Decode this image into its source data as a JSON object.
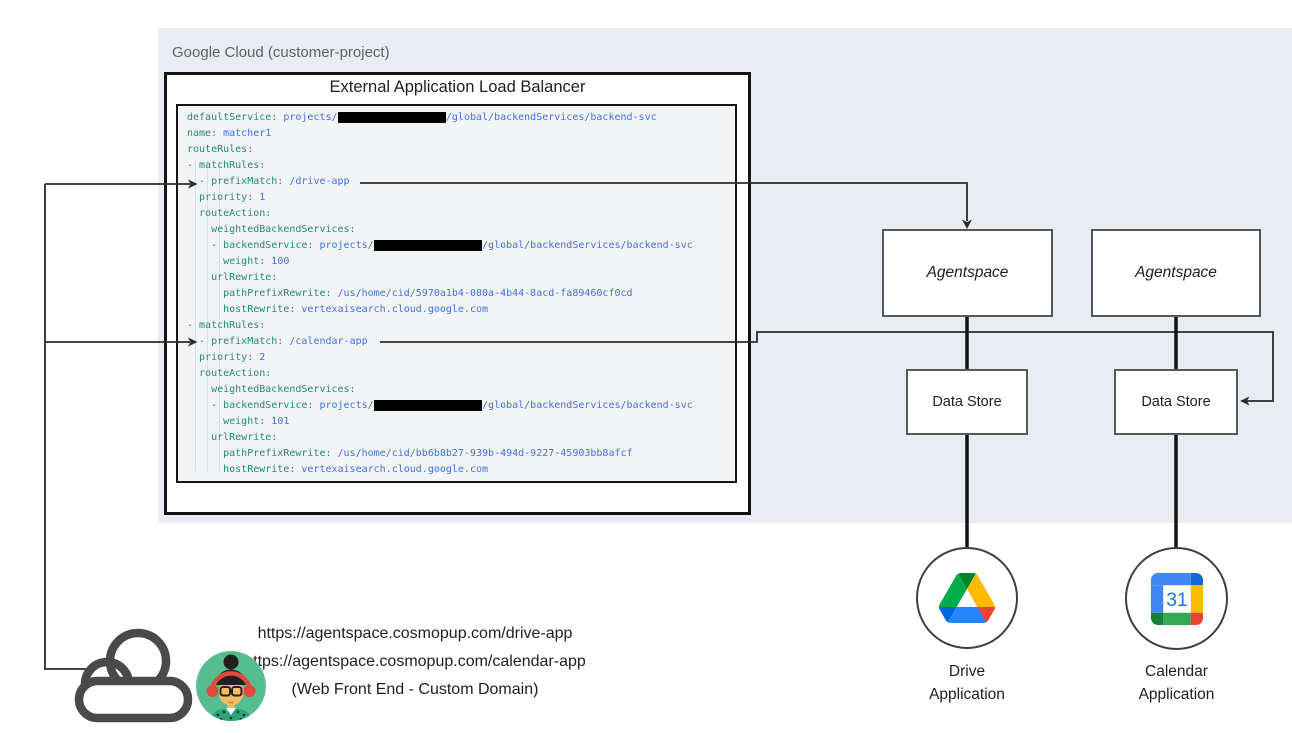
{
  "panel": {
    "title": "Google Cloud (customer-project)"
  },
  "load_balancer": {
    "title": "External Application Load Balancer"
  },
  "code": {
    "lines": [
      [
        [
          "k",
          "defaultService: "
        ],
        [
          "v",
          "projects/"
        ],
        [
          "r",
          "                  "
        ],
        [
          "v",
          "/global/backendServices/backend-svc"
        ]
      ],
      [
        [
          "k",
          "name: "
        ],
        [
          "v",
          "matcher1"
        ]
      ],
      [
        [
          "k",
          "routeRules:"
        ]
      ],
      [
        [
          "k",
          "- matchRules:"
        ]
      ],
      [
        [
          "k",
          "  - prefixMatch: "
        ],
        [
          "v",
          "/drive-app"
        ]
      ],
      [
        [
          "k",
          "  priority: "
        ],
        [
          "v",
          "1"
        ]
      ],
      [
        [
          "k",
          "  routeAction:"
        ]
      ],
      [
        [
          "k",
          "    weightedBackendServices:"
        ]
      ],
      [
        [
          "k",
          "    - backendService: "
        ],
        [
          "v",
          "projects/"
        ],
        [
          "r",
          "                  "
        ],
        [
          "v",
          "/global/backendServices/backend-svc"
        ]
      ],
      [
        [
          "k",
          "      weight: "
        ],
        [
          "v",
          "100"
        ]
      ],
      [
        [
          "k",
          "    urlRewrite:"
        ]
      ],
      [
        [
          "k",
          "      pathPrefixRewrite: "
        ],
        [
          "v",
          "/us/home/cid/5970a1b4-080a-4b44-8acd-fa89460cf0cd"
        ]
      ],
      [
        [
          "k",
          "      hostRewrite: "
        ],
        [
          "v",
          "vertexaisearch.cloud.google.com"
        ]
      ],
      [
        [
          "k",
          "- matchRules:"
        ]
      ],
      [
        [
          "k",
          "  - prefixMatch: "
        ],
        [
          "v",
          "/calendar-app"
        ]
      ],
      [
        [
          "k",
          "  priority: "
        ],
        [
          "v",
          "2"
        ]
      ],
      [
        [
          "k",
          "  routeAction:"
        ]
      ],
      [
        [
          "k",
          "    weightedBackendServices:"
        ]
      ],
      [
        [
          "k",
          "    - backendService: "
        ],
        [
          "v",
          "projects/"
        ],
        [
          "r",
          "                  "
        ],
        [
          "v",
          "/global/backendServices/backend-svc"
        ]
      ],
      [
        [
          "k",
          "      weight: "
        ],
        [
          "v",
          "101"
        ]
      ],
      [
        [
          "k",
          "    urlRewrite:"
        ]
      ],
      [
        [
          "k",
          "      pathPrefixRewrite: "
        ],
        [
          "v",
          "/us/home/cid/bb6b8b27-939b-494d-9227-45903bb8afcf"
        ]
      ],
      [
        [
          "k",
          "      hostRewrite: "
        ],
        [
          "v",
          "vertexaisearch.cloud.google.com"
        ]
      ]
    ]
  },
  "agentspace": [
    {
      "label": "Agentspace"
    },
    {
      "label": "Agentspace"
    }
  ],
  "data_stores": [
    {
      "label": "Data Store"
    },
    {
      "label": "Data Store"
    }
  ],
  "apps": [
    {
      "icon": "google-drive-icon",
      "label_line1": "Drive",
      "label_line2": "Application"
    },
    {
      "icon": "google-calendar-icon",
      "calendar_day": "31",
      "label_line1": "Calendar",
      "label_line2": "Application"
    }
  ],
  "client": {
    "icons": [
      "cloud-icon",
      "user-avatar-icon"
    ],
    "url_drive": "https://agentspace.cosmopup.com/drive-app",
    "url_calendar": "https://agentspace.cosmopup.com/calendar-app",
    "caption": "(Web Front End - Custom Domain)"
  },
  "colors": {
    "panel_bg": "#e9edf1",
    "code_bg": "#f1f3f4",
    "code_key": "#26897d",
    "code_value": "#4474d4",
    "wire": "#2b2b2b",
    "drive_blue": "#2684fc",
    "drive_dark_blue": "#0066da",
    "drive_green": "#00ac47",
    "drive_dark_green": "#00832d",
    "drive_yellow": "#ffba00",
    "drive_red": "#ea4335",
    "cal_blue": "#4285f4",
    "cal_dark_blue": "#1967d2",
    "cal_yellow": "#fbbc04",
    "cal_green": "#34a853",
    "cal_dark_green": "#188038",
    "cal_red": "#ea4335",
    "cal_digit": "#1a73e8"
  }
}
